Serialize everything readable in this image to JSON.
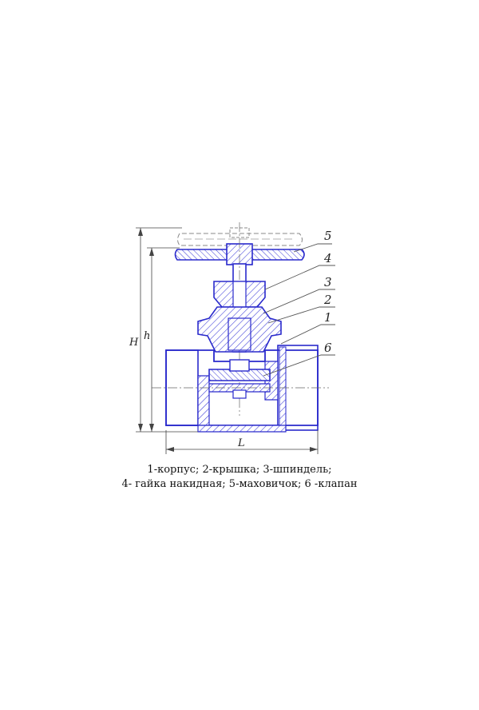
{
  "colors": {
    "outline": "#2a2acc",
    "hatch": "#3a3ad8",
    "leader": "#555555",
    "handwheel": "#888888"
  },
  "callouts": [
    "5",
    "4",
    "3",
    "2",
    "1",
    "6"
  ],
  "dimensions": {
    "H": "H",
    "h": "h",
    "L": "L"
  },
  "caption": {
    "line1": "1-корпус; 2-крышка; 3-шпиндель;",
    "line2": "4- гайка накидная; 5-маховичок; 6 -клапан"
  }
}
